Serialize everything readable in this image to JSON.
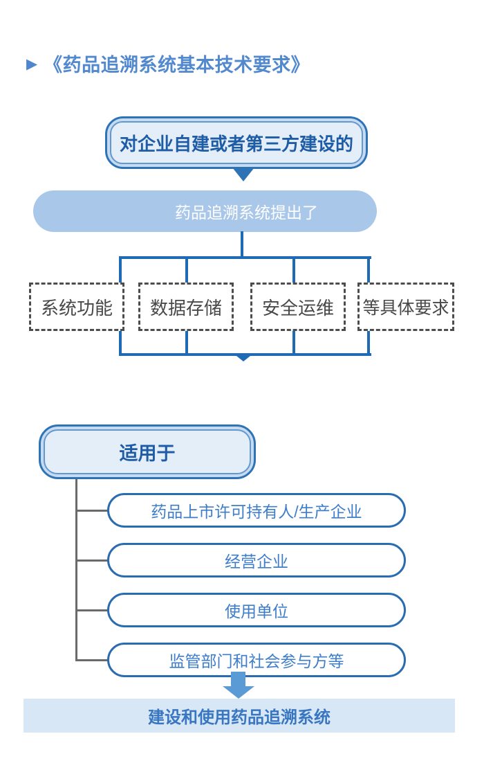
{
  "title": {
    "marker": "▶",
    "text": "《药品追溯系统基本技术要求》"
  },
  "flow1": {
    "source_box": "对企业自建或者第三方建设的",
    "subject_pill": "药品追溯系统提出了",
    "requirements": [
      "系统功能",
      "数据存储",
      "安全运维",
      "等具体要求"
    ]
  },
  "flow2": {
    "source_box": "适用于",
    "applicable_parties": [
      "药品上市许可持有人/生产企业",
      "经营企业",
      "使用单位",
      "监管部门和社会参与方等"
    ],
    "result_banner": "建设和使用药品追溯系统"
  },
  "colors": {
    "title_blue": "#5288cd",
    "box_border_blue": "#2e73b5",
    "box_inner_fill": "#e4eef9",
    "box_text_blue": "#1e5ca6",
    "subject_pill_fill": "#a9c7e8",
    "connector_blue": "#1f6ab5",
    "dashed_gray": "#4d4d4d",
    "tree_gray": "#6a6a6a",
    "item_border_blue": "#2a6cb0",
    "item_text_blue": "#3e7dca",
    "fat_arrow_blue": "#5b9bd5",
    "banner_fill": "#d8e7f5",
    "banner_text_blue": "#3876c2"
  }
}
